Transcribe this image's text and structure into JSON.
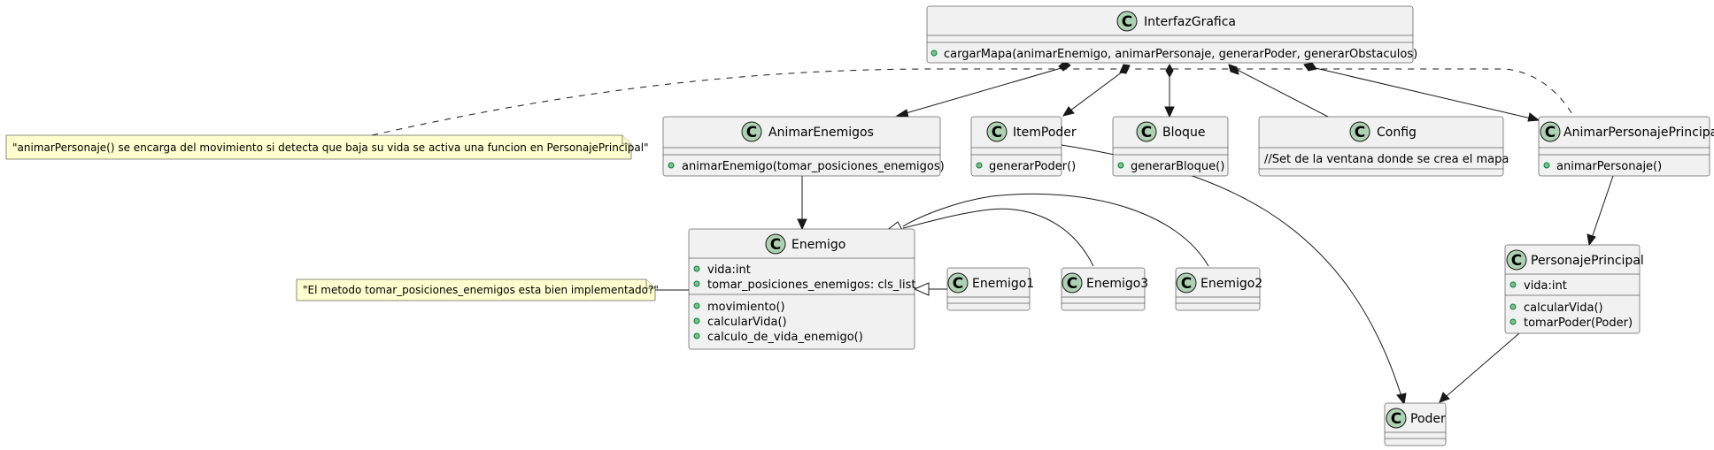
{
  "classes": {
    "interfaz": {
      "name": "InterfazGrafica",
      "badge": "C",
      "methods": [
        "cargarMapa(animarEnemigo, animarPersonaje, generarPoder, generarObstaculos)"
      ]
    },
    "animar_enemigos": {
      "name": "AnimarEnemigos",
      "badge": "C",
      "methods": [
        "animarEnemigo(tomar_posiciones_enemigos)"
      ]
    },
    "item_poder": {
      "name": "ItemPoder",
      "badge": "C",
      "methods": [
        "generarPoder()"
      ]
    },
    "bloque": {
      "name": "Bloque",
      "badge": "C",
      "methods": [
        "generarBloque()"
      ]
    },
    "config": {
      "name": "Config",
      "badge": "C",
      "comment": "//Set de la ventana donde se crea el mapa"
    },
    "animar_personaje": {
      "name": "AnimarPersonajePrincipal",
      "badge": "C",
      "methods": [
        "animarPersonaje()"
      ]
    },
    "enemigo": {
      "name": "Enemigo",
      "badge": "C",
      "fields": [
        "vida:int",
        "tomar_posiciones_enemigos: cls_list"
      ],
      "methods": [
        "movimiento()",
        "calcularVida()",
        "calculo_de_vida_enemigo()"
      ]
    },
    "enemigo1": {
      "name": "Enemigo1",
      "badge": "C"
    },
    "enemigo3": {
      "name": "Enemigo3",
      "badge": "C"
    },
    "enemigo2": {
      "name": "Enemigo2",
      "badge": "C"
    },
    "personaje": {
      "name": "PersonajePrincipal",
      "badge": "C",
      "fields": [
        "vida:int"
      ],
      "methods": [
        "calcularVida()",
        "tomarPoder(Poder)"
      ]
    },
    "poder": {
      "name": "Poder",
      "badge": "C"
    }
  },
  "notes": {
    "note_animar": "\"animarPersonaje() se encarga del movimiento si detecta que baja su vida se activa una funcion en PersonajePrincipal\"",
    "note_metodo": "\"El metodo tomar_posiciones_enemigos esta bien implementado?\""
  },
  "colors": {
    "class_fill": "#f1f1f1",
    "badge_fill": "#add1b2",
    "note_fill": "#fefece",
    "visibility_fill": "#84be84",
    "line": "#181818"
  }
}
